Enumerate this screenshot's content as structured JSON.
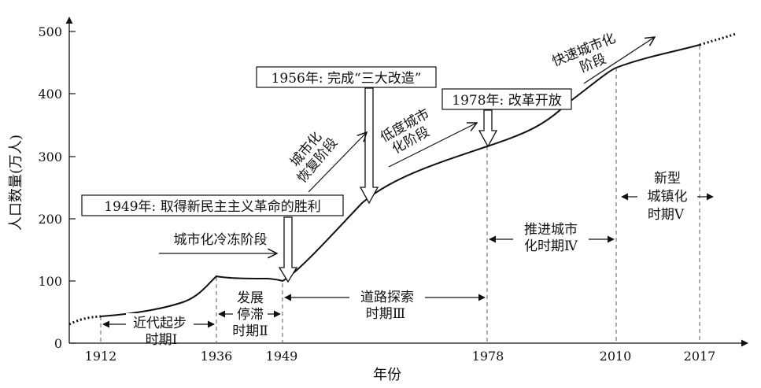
{
  "axes": {
    "ylabel": "人口数量(万人)",
    "xlabel": "年份",
    "yticks": [
      "0",
      "100",
      "200",
      "300",
      "400",
      "500"
    ],
    "xticks": [
      "1912",
      "1936",
      "1949",
      "1978",
      "2010",
      "2017"
    ]
  },
  "annotations": {
    "e1949": "1949年: 取得新民主主义革命的胜利",
    "e1956": "1956年: 完成“三大改造”",
    "e1978": "1978年: 改革开放"
  },
  "stages": {
    "freeze": "城市化冷冻阶段",
    "recovery_l1": "城市化",
    "recovery_l2": "恢复阶段",
    "low_l1": "低度城市",
    "low_l2": "化阶段",
    "fast_l1": "快速城市化",
    "fast_l2": "阶段"
  },
  "periods": {
    "p1_l1": "近代起步",
    "p1_l2": "时期Ⅰ",
    "p2_l1": "发展",
    "p2_l2": "停滞",
    "p2_l3": "时期Ⅱ",
    "p3_l1": "道路探索",
    "p3_l2": "时期Ⅲ",
    "p4_l1": "推进城市",
    "p4_l2": "化时期Ⅳ",
    "p5_l1": "新型",
    "p5_l2": "城镇化",
    "p5_l3": "时期Ⅴ"
  }
}
